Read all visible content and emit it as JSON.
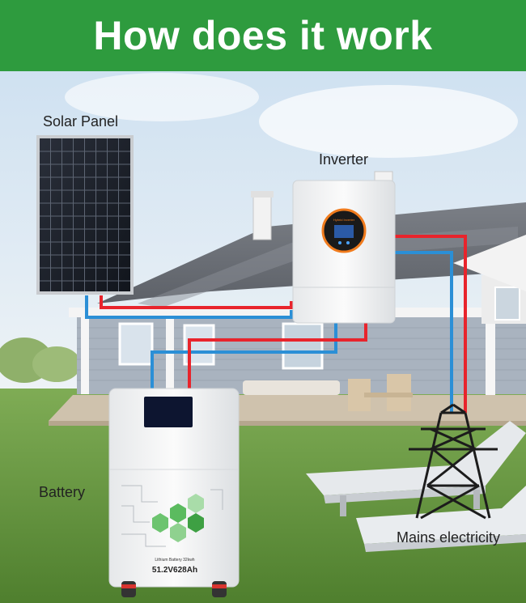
{
  "header": {
    "title": "How does it work"
  },
  "labels": {
    "solar_panel": "Solar Panel",
    "inverter": "Inverter",
    "battery": "Battery",
    "mains": "Mains electricity"
  },
  "inverter_screen": {
    "line1": "Hybrid Inverter"
  },
  "battery_print": {
    "line1": "Lithium Battery  32kwh",
    "line2": "51.2V628Ah"
  },
  "colors": {
    "header_bg": "#2e9b3e",
    "positive_wire": "#e8242c",
    "negative_wire": "#2b8fd6",
    "sky": "#d8e7f3",
    "lawn": "#6a9a3e"
  }
}
